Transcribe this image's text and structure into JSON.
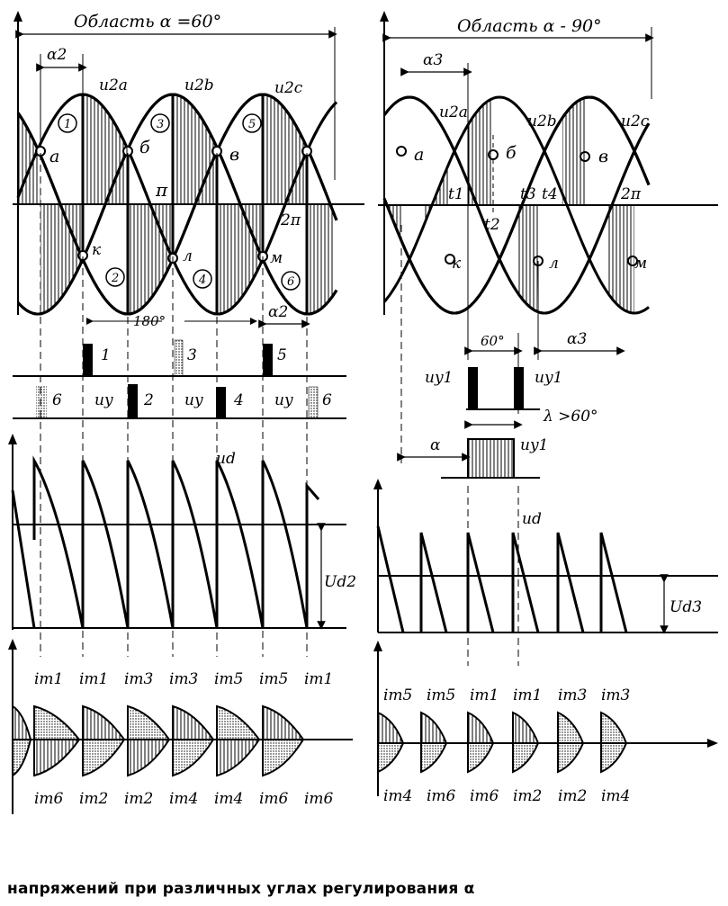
{
  "left": {
    "title": "Область α =60°",
    "alpha_label": "α2",
    "phase_labels": [
      "u2a",
      "u2b",
      "u2c"
    ],
    "points_top": [
      "а",
      "б",
      "в"
    ],
    "points_bottom": [
      "к",
      "л",
      "м"
    ],
    "numbers_top": [
      "1",
      "3",
      "5"
    ],
    "numbers_bottom": [
      "2",
      "4",
      "6"
    ],
    "pi": "π",
    "two_pi": "2π",
    "angle_180": "180°",
    "alpha_small": "α2",
    "pulse_labels_top": [
      "1",
      "3",
      "5"
    ],
    "pulse_labels_bottom": [
      "6",
      "uy",
      "2",
      "uy",
      "4",
      "uy",
      "6"
    ],
    "ud_label": "ud",
    "Ud_label": "Ud2",
    "currents_top": [
      "iт1",
      "iт1",
      "iт3",
      "iт3",
      "iт5",
      "iт5",
      "iт1"
    ],
    "currents_bottom": [
      "iт6",
      "iт2",
      "iт2",
      "iт4",
      "iт4",
      "iт6",
      "iт6"
    ]
  },
  "right": {
    "title": "Область α - 90°",
    "alpha_label": "α3",
    "phase_labels": [
      "u2a",
      "u2b",
      "u2c"
    ],
    "points_top": [
      "а",
      "б",
      "в"
    ],
    "points_bottom": [
      "к",
      "л",
      "м"
    ],
    "times": [
      "t1",
      "t2",
      "t3",
      "t4"
    ],
    "two_pi": "2π",
    "angle_60": "60°",
    "alpha_small": "α3",
    "pulse_labels": [
      "uy1",
      "uy1",
      "uy1"
    ],
    "lambda": "λ >60°",
    "alpha": "α",
    "ud_label": "ud",
    "Ud_label": "Ud3",
    "currents_top": [
      "iт5",
      "iт5",
      "iт1",
      "iт1",
      "iт3",
      "iт3"
    ],
    "currents_bottom": [
      "iт4",
      "iт6",
      "iт6",
      "iт2",
      "iт2",
      "iт4"
    ]
  },
  "caption": "напряжений при различных углах регулирования α"
}
